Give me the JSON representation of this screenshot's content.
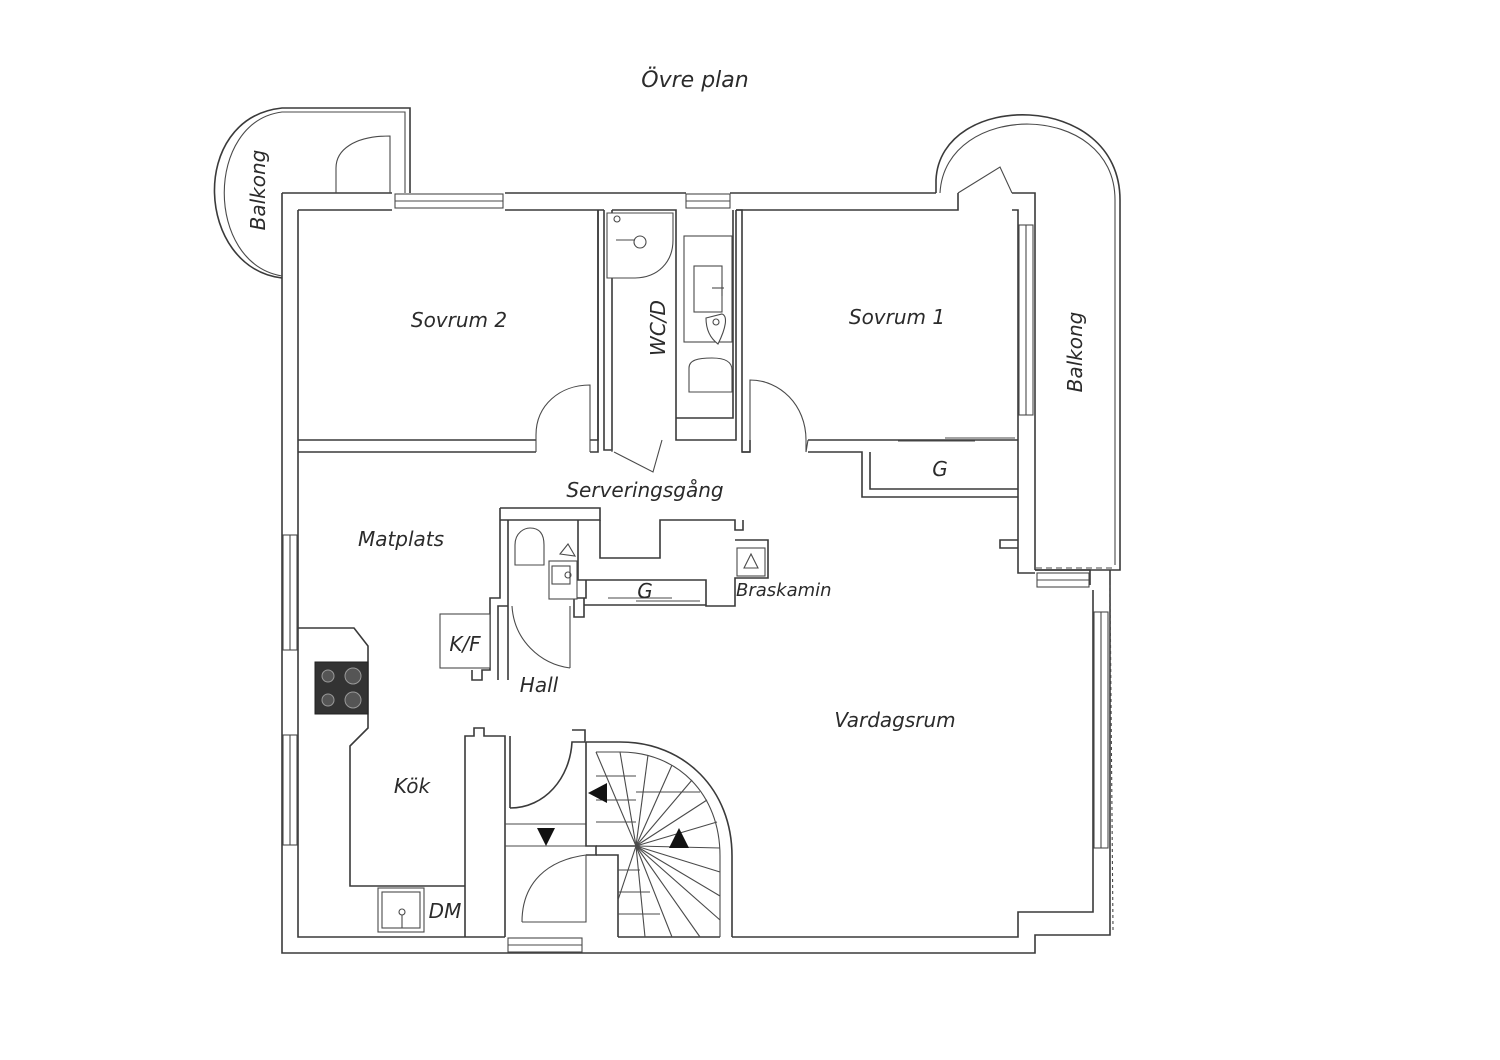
{
  "title": "Övre plan",
  "rooms": {
    "sovrum2": "Sovrum 2",
    "wcd": "WC/D",
    "sovrum1": "Sovrum 1",
    "balkong_left": "Balkong",
    "balkong_right": "Balkong",
    "garderob_sovrum1": "G",
    "serveringsgang": "Serveringsgång",
    "matplats": "Matplats",
    "garderob_hall": "G",
    "braskamin": "Braskamin",
    "kf": "K/F",
    "hall": "Hall",
    "vardagsrum": "Vardagsrum",
    "kok": "Kök",
    "dm": "DM"
  }
}
